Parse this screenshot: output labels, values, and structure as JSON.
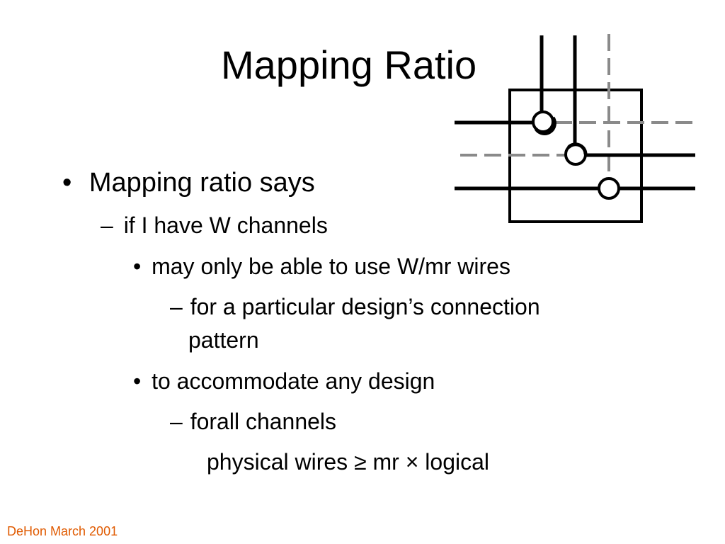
{
  "slide": {
    "title": "Mapping Ratio",
    "bullets": [
      {
        "marker": "•",
        "text": "Mapping ratio says"
      },
      {
        "marker": "–",
        "text": "if I have W channels"
      },
      {
        "marker": "•",
        "text": "may only be able to use W/mr wires"
      },
      {
        "marker": "–",
        "text": "for a particular design’s connection"
      },
      {
        "marker": "",
        "text": "pattern"
      },
      {
        "marker": "•",
        "text": "to accommodate any design"
      },
      {
        "marker": "–",
        "text": "forall channels"
      },
      {
        "marker": "",
        "text": "physical wires ≥ mr × logical"
      }
    ],
    "footer": "DeHon March 2001"
  },
  "colors": {
    "text": "#000000",
    "footer": "#e05a00",
    "dashed_wire": "#8a8a8a"
  },
  "diagram": {
    "description_icons": [
      "switch-box",
      "solid-wire",
      "dashed-wire",
      "switch-point"
    ]
  }
}
